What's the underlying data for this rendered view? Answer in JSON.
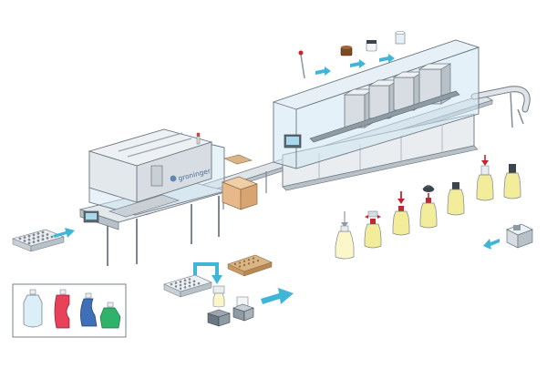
{
  "brand": {
    "logo_text": "groninger"
  },
  "colors": {
    "machine_light": "#eef1f3",
    "machine_mid": "#cfd6dc",
    "machine_dark": "#8e9aa4",
    "glass": "#cfe6f3",
    "arrow_cyan": "#3fb6d8",
    "liquid_yellow": "#f3ec9a",
    "cap_red": "#c2262e",
    "tray_brown": "#c89a63",
    "box_cardboard": "#e7b98a",
    "bottle_red": "#e8425a",
    "bottle_blue": "#3f6fb6",
    "bottle_green": "#2fb36a"
  },
  "flow": {
    "steps": [
      "infeed-tray",
      "destacker",
      "conveyor",
      "filling",
      "crimping",
      "capping",
      "outfeed"
    ]
  },
  "container_variants": [
    "round-flask",
    "red-curved",
    "blue-curved",
    "green-angled"
  ]
}
